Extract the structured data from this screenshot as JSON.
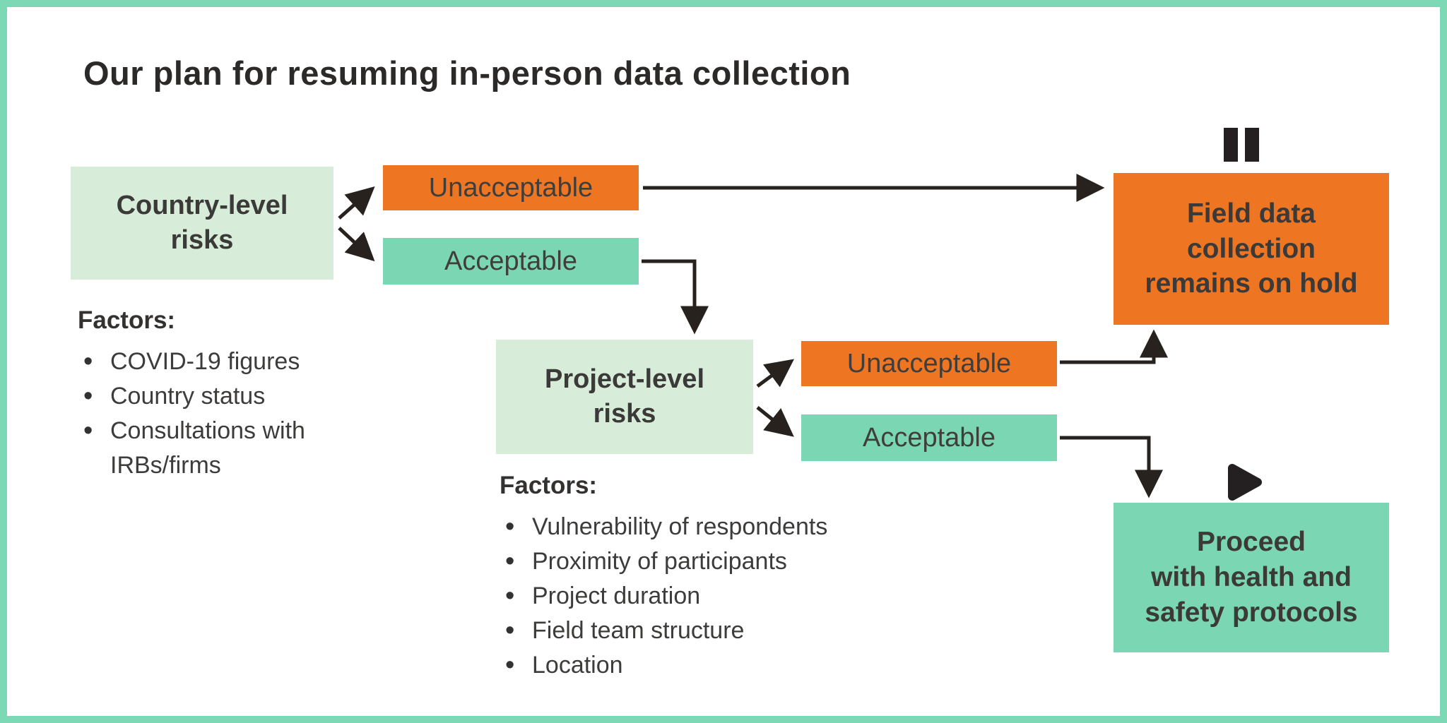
{
  "title": "Our plan for resuming in-person data collection",
  "country": {
    "node_label": "Country-level\nrisks",
    "unacceptable_label": "Unacceptable",
    "acceptable_label": "Acceptable",
    "factors_heading": "Factors:",
    "factors": [
      "COVID-19 figures",
      "Country status",
      "Consultations with IRBs/firms"
    ]
  },
  "project": {
    "node_label": "Project-level\nrisks",
    "unacceptable_label": "Unacceptable",
    "acceptable_label": "Acceptable",
    "factors_heading": "Factors:",
    "factors": [
      "Vulnerability of respondents",
      "Proximity of participants",
      "Project duration",
      "Field team structure",
      "Location"
    ]
  },
  "outcomes": {
    "hold": {
      "label": "Field data\ncollection\nremains on hold",
      "icon": "pause-icon"
    },
    "proceed": {
      "label": "Proceed\nwith health and\nsafety protocols",
      "icon": "play-icon"
    }
  },
  "colors": {
    "orange": "#ee7623",
    "mint": "#7bd7b3",
    "light_green": "#d7edda",
    "frame": "#7dd8b6",
    "text": "#3b3a39",
    "arrow": "#27221e"
  }
}
